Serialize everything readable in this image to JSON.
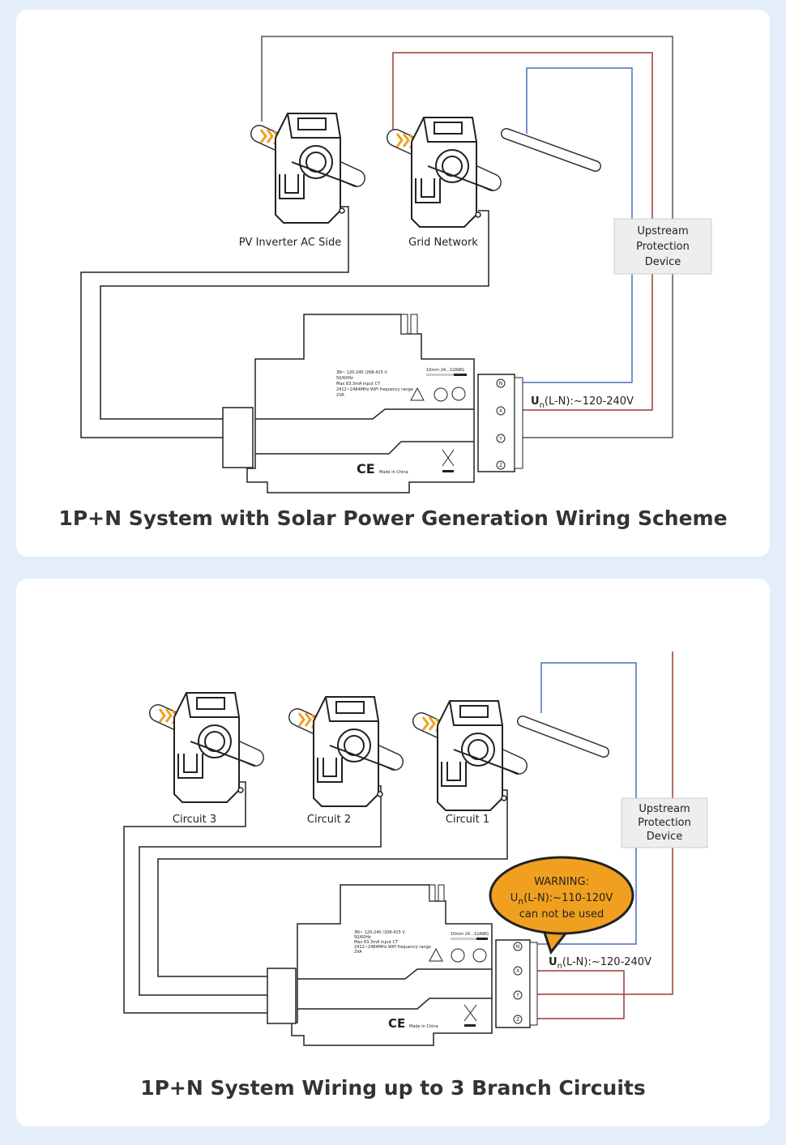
{
  "colors": {
    "background": "#e4eefa",
    "live_wire": "#9b3a32",
    "neutral_wire": "#4a6fc0",
    "ground_wire": "#555555",
    "warning": "#f0a01e"
  },
  "scheme1": {
    "title": "1P+N System with Solar Power Generation Wiring Scheme",
    "ct_labels": [
      "PV Inverter AC Side",
      "Grid Network"
    ],
    "upstream": [
      "Upstream",
      "Protection",
      "Device"
    ],
    "voltage": {
      "u": "U",
      "sub": "n",
      "text": "(L-N):~120-240V"
    }
  },
  "scheme2": {
    "title": "1P+N System Wiring up to 3 Branch Circuits",
    "ct_labels": [
      "Circuit 3",
      "Circuit 2",
      "Circuit 1"
    ],
    "upstream": [
      "Upstream",
      "Protection",
      "Device"
    ],
    "voltage": {
      "u": "U",
      "sub": "n",
      "text": "(L-N):~120-240V"
    },
    "warning": {
      "line1": "WARNING:",
      "u": "U",
      "sub": "n",
      "line2": "(L-N):~110-120V",
      "line3": "can not be used"
    }
  },
  "device_label": {
    "lines": [
      "3N~ 120-240 /208-415 V",
      "50/60Hz",
      "Max 83.3mA Input CT",
      "2412~2484MHz WiFi frequency range",
      "2VA"
    ],
    "wire_spec": "10mm   24...12AWG",
    "terminals": [
      "N",
      "X",
      "Y",
      "Z"
    ],
    "ce": "CE",
    "made_in": "Made in China"
  }
}
